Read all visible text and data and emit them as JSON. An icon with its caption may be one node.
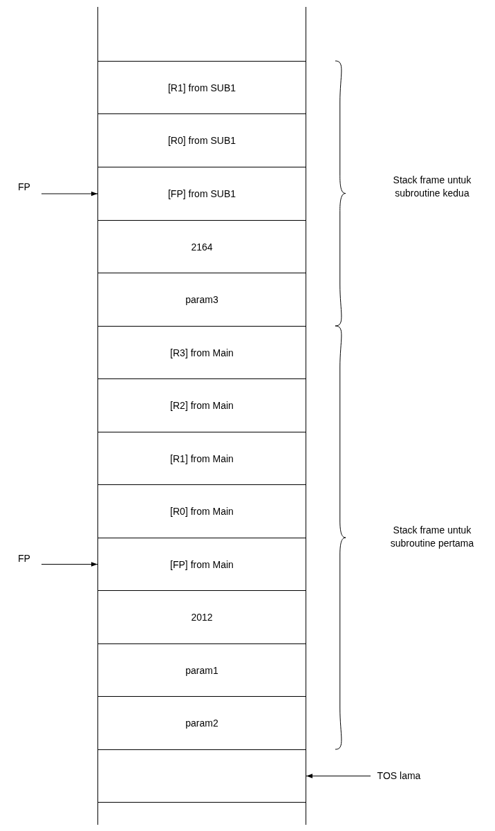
{
  "diagram": {
    "nodes": [
      {
        "text": [],
        "shape": "box"
      },
      {
        "text": [
          "[R1] from SUB1"
        ]
      },
      {
        "text": [
          "[R0] from SUB1"
        ]
      },
      {
        "text": [
          "[FP] from SUB1"
        ]
      },
      {
        "text": [
          "2164"
        ]
      },
      {
        "text": [
          "param3"
        ]
      },
      {
        "text": [
          "[R3] from Main"
        ]
      },
      {
        "text": [
          "[R2] from Main"
        ]
      },
      {
        "text": [
          "[R1] from Main"
        ]
      },
      {
        "text": [
          "[R0] from Main"
        ]
      },
      {
        "text": [
          "[FP] from Main"
        ]
      },
      {
        "text": [
          "2012"
        ]
      },
      {
        "text": [
          "param1"
        ]
      },
      {
        "text": [
          "param2"
        ]
      },
      {
        "text": [],
        "shape": "box"
      },
      {
        "text": [],
        "shape": "box"
      },
      {
        "text": [
          "FP"
        ]
      },
      {
        "text": [
          "FP"
        ]
      },
      {
        "text": [
          "TOS lama"
        ]
      }
    ],
    "edges": [
      {
        "from": 16,
        "to": 3,
        "arrow": "to"
      },
      {
        "from": 17,
        "to": 10,
        "arrow": "to"
      },
      {
        "from": 18,
        "to": 14,
        "arrow": "to"
      }
    ],
    "labels": [
      "Stack frame untuk subroutine kedua",
      "Stack frame untuk subroutine pertama"
    ]
  }
}
